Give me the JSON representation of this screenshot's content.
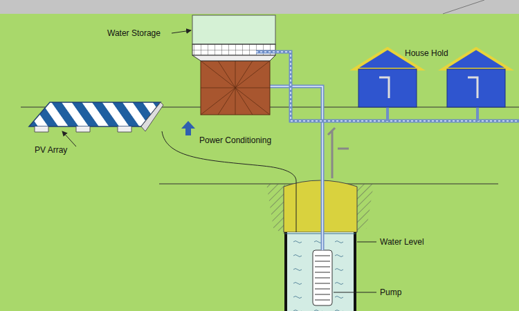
{
  "diagram": {
    "labels": [
      "Water Storage",
      "House Hold",
      "PV Array",
      "Power Conditioning",
      "Water Level",
      "Pump"
    ]
  }
}
